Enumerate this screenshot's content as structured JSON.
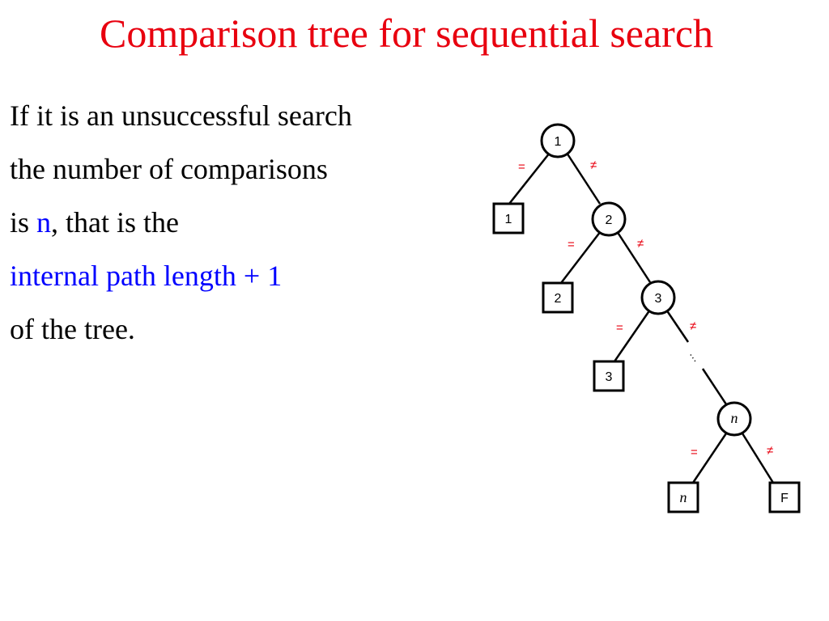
{
  "title": "Comparison tree for sequential search",
  "body": {
    "line1": "If it is an unsuccessful search",
    "line2": "the number of comparisons",
    "line3_prefix": "is ",
    "line3_highlight": "n",
    "line3_suffix": ", that is the",
    "line4": "internal path length + 1",
    "line5": "of the tree."
  },
  "tree": {
    "internal_nodes": [
      "1",
      "2",
      "3",
      "n"
    ],
    "leaves": [
      "1",
      "2",
      "3",
      "n",
      "F"
    ],
    "edge_equal": "=",
    "edge_not_equal": "≠",
    "ellipsis": "…"
  },
  "colors": {
    "title": "#e8000f",
    "highlight": "#0000ff",
    "edge_labels": "#e8000f"
  }
}
